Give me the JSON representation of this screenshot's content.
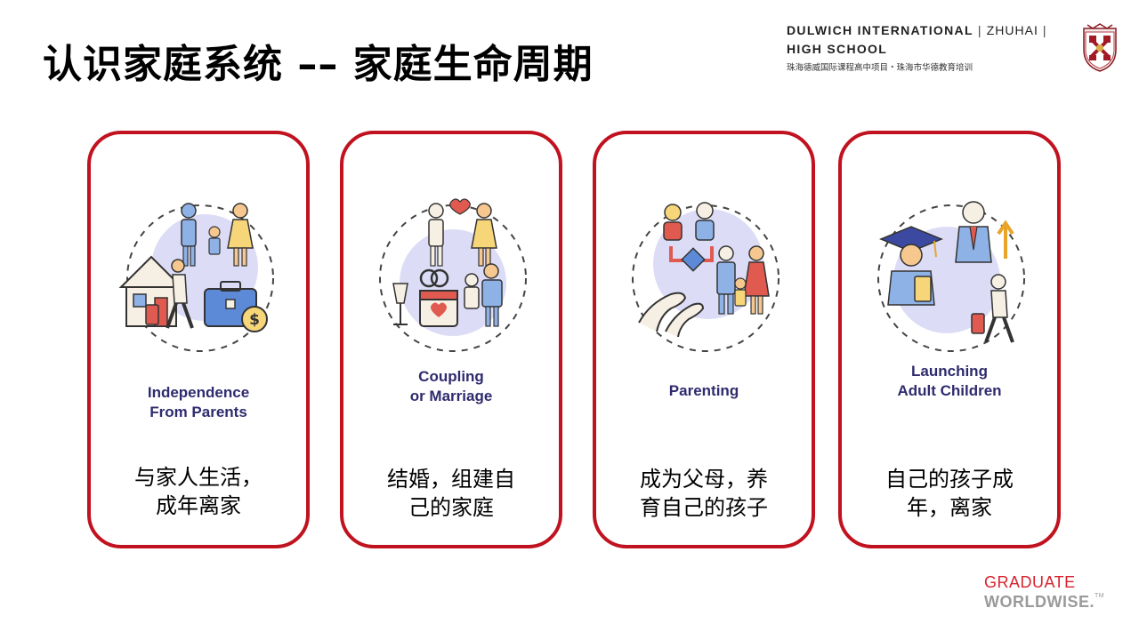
{
  "slide": {
    "title": "认识家庭系统 –– 家庭生命周期"
  },
  "school": {
    "name_line1": "DULWICH INTERNATIONAL",
    "name_line1_separator": "|",
    "city": "ZHUHAI",
    "name_line2": "HIGH SCHOOL",
    "tagline": "珠海德威国际课程高中项目・珠海市华德教育培训",
    "crest_icon": "school-crest-icon"
  },
  "stages": [
    {
      "label": "Independence\nFrom Parents",
      "description": "与家人生活，\n  成年离家",
      "illustration_icon": "family-leaving-home-icon"
    },
    {
      "label": "Coupling\nor Marriage",
      "description": "结婚，组建自\n己的家庭",
      "illustration_icon": "couple-wedding-icon"
    },
    {
      "label": "Parenting",
      "description": "成为父母，养\n育自己的孩子",
      "illustration_icon": "parents-with-child-icon"
    },
    {
      "label": "Launching\nAdult Children",
      "description": "自己的孩子成\n年，离家",
      "illustration_icon": "graduate-launching-icon"
    }
  ],
  "footer": {
    "brand_line1": "GRADUATE",
    "brand_line2": "WORLDWISE.",
    "trademark": "TM"
  },
  "colors": {
    "card_border": "#c0121f",
    "stage_label": "#2f2b6e",
    "illustration_bg": "#dcdcf6",
    "brand_red": "#d8242f",
    "brand_gray": "#9a9a9a"
  }
}
